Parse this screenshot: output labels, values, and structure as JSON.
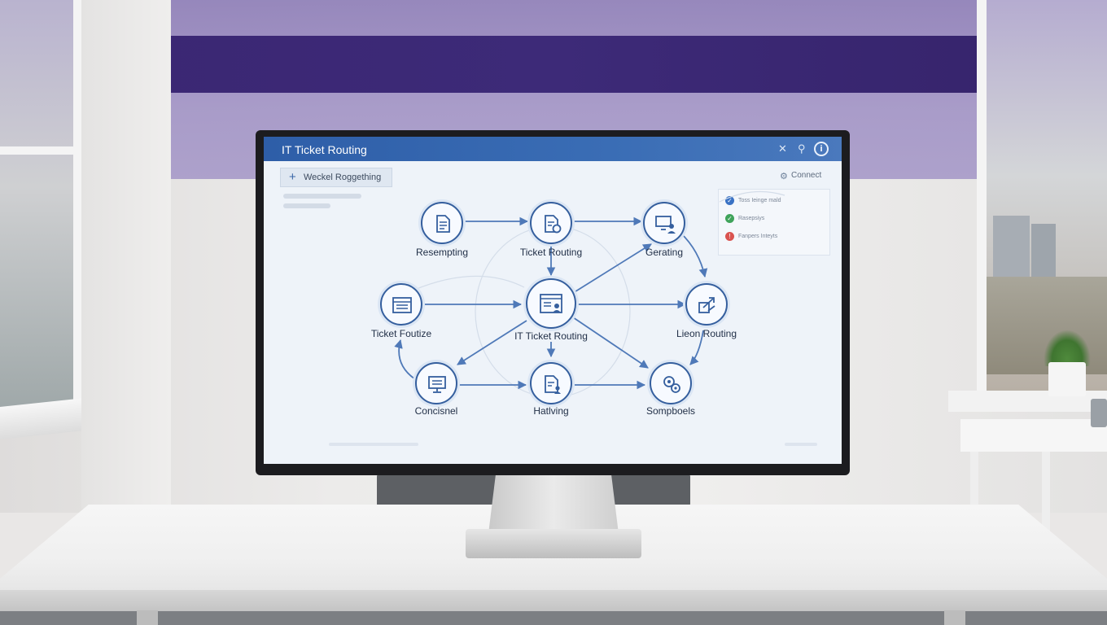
{
  "app": {
    "title": "IT Ticket Routing",
    "new_button_label": "Weckel Roggething",
    "connect_label": "Connect",
    "info_icon": "i"
  },
  "status_panel": {
    "items": [
      {
        "text": "Toss Ieinge mald",
        "status": "info",
        "color": "#3a72c4"
      },
      {
        "text": "Rasepsiys",
        "status": "ok",
        "color": "#3fa35a"
      },
      {
        "text": "Fanpers Inteyts",
        "status": "error",
        "color": "#d9534f"
      }
    ]
  },
  "flow": {
    "nodes": [
      {
        "id": "resempting",
        "label": "Resempting",
        "icon": "document-icon"
      },
      {
        "id": "ticket-routing",
        "label": "Ticket Routing",
        "icon": "document-badge-icon"
      },
      {
        "id": "gerating",
        "label": "Gerating",
        "icon": "computer-user-icon"
      },
      {
        "id": "ticket-foutize",
        "label": "Ticket Foutize",
        "icon": "list-window-icon"
      },
      {
        "id": "it-ticket-routing",
        "label": "IT Ticket Routing",
        "icon": "browser-user-icon"
      },
      {
        "id": "lieon-routing",
        "label": "Lieon Routing",
        "icon": "route-icon"
      },
      {
        "id": "concisnel",
        "label": "Concisnel",
        "icon": "monitor-icon"
      },
      {
        "id": "hatlving",
        "label": "Hatlving",
        "icon": "document-user-icon"
      },
      {
        "id": "sompboels",
        "label": "Sompboels",
        "icon": "gears-icon"
      }
    ]
  },
  "colors": {
    "accent": "#2e5ea8",
    "node_stroke": "#355f9e",
    "arrow": "#4f79b8",
    "brand_bar": "#3a2672"
  }
}
